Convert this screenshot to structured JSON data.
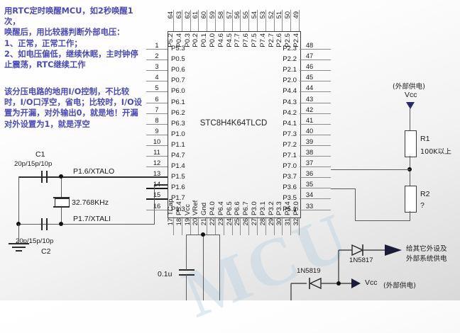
{
  "watermark": "MCU",
  "notes": {
    "rtc": "用RTC定时唤醒MCU，如2秒唤醒1次，\n唤醒后，用比较器判断外部电压：\n1、正常，正常工作；\n2、如电压偏低，继续休眠，主时钟停\n止震荡，RTC继续工作",
    "divider": "该分压电路的地用I/O控制，不比较\n时，I/O口浮空，省电；比较时，I/O设\n置为开漏，对外输出0，就是地！开漏\n对外设置为1，就是浮空"
  },
  "chip": {
    "part_number": "STC8H4K64TLCD",
    "left_pins": [
      {
        "num": "1",
        "name": "P5.3"
      },
      {
        "num": "2",
        "name": "P0.5"
      },
      {
        "num": "3",
        "name": "P0.6"
      },
      {
        "num": "4",
        "name": "P0.7"
      },
      {
        "num": "5",
        "name": "P6.0"
      },
      {
        "num": "6",
        "name": "P6.1"
      },
      {
        "num": "7",
        "name": "P6.2"
      },
      {
        "num": "8",
        "name": "P6.3"
      },
      {
        "num": "9",
        "name": "P1.0"
      },
      {
        "num": "10",
        "name": "P1.1"
      },
      {
        "num": "11",
        "name": "P4.7"
      },
      {
        "num": "12",
        "name": "P1.4"
      },
      {
        "num": "13",
        "name": "P1.5"
      },
      {
        "num": "14",
        "name": "P1.6"
      },
      {
        "num": "15",
        "name": "P1.7"
      },
      {
        "num": "16",
        "name": "P1.3"
      }
    ],
    "bottom_pins": [
      {
        "num": "17",
        "name": "TCap"
      },
      {
        "num": "18",
        "name": "P5.4"
      },
      {
        "num": "19",
        "name": "Vcc"
      },
      {
        "num": "20",
        "name": "VRef"
      },
      {
        "num": "21",
        "name": "Gnd"
      },
      {
        "num": "22",
        "name": "P4.0"
      },
      {
        "num": "23",
        "name": "P6.4"
      },
      {
        "num": "24",
        "name": "P6.5"
      },
      {
        "num": "25",
        "name": "P6.6"
      },
      {
        "num": "26",
        "name": "P6.7"
      },
      {
        "num": "27",
        "name": "P3.0"
      },
      {
        "num": "28",
        "name": "P3.1"
      },
      {
        "num": "29",
        "name": "P3.2"
      },
      {
        "num": "30",
        "name": "P3.3"
      },
      {
        "num": "31",
        "name": "P3.4"
      },
      {
        "num": "32",
        "name": "P5.0"
      }
    ],
    "right_pins": [
      {
        "num": "48",
        "name": "P2.3"
      },
      {
        "num": "47",
        "name": "P2.2"
      },
      {
        "num": "46",
        "name": "P2.1"
      },
      {
        "num": "45",
        "name": "P2.0"
      },
      {
        "num": "44",
        "name": "P4.4"
      },
      {
        "num": "43",
        "name": "P4.3"
      },
      {
        "num": "42",
        "name": "P4.2"
      },
      {
        "num": "41",
        "name": "P4.1"
      },
      {
        "num": "40",
        "name": "P7.3"
      },
      {
        "num": "39",
        "name": "P7.2"
      },
      {
        "num": "38",
        "name": "P7.1"
      },
      {
        "num": "37",
        "name": "P7.0"
      },
      {
        "num": "36",
        "name": "P3.7"
      },
      {
        "num": "35",
        "name": "P3.6"
      },
      {
        "num": "34",
        "name": "P3.5"
      },
      {
        "num": "33",
        "name": "P5.1"
      }
    ],
    "top_pins": [
      {
        "num": "64",
        "name": "P5.2"
      },
      {
        "num": "63",
        "name": "P0.4"
      },
      {
        "num": "62",
        "name": "P0.3"
      },
      {
        "num": "61",
        "name": "P0.2"
      },
      {
        "num": "60",
        "name": "P0.1"
      },
      {
        "num": "59",
        "name": "P0.0"
      },
      {
        "num": "58",
        "name": "P4.6"
      },
      {
        "num": "57",
        "name": "P4.5"
      },
      {
        "num": "56",
        "name": "P7.7"
      },
      {
        "num": "55",
        "name": "P7.6"
      },
      {
        "num": "54",
        "name": "P7.5"
      },
      {
        "num": "53",
        "name": "P7.4"
      },
      {
        "num": "52",
        "name": "P2.7"
      },
      {
        "num": "51",
        "name": "P2.6"
      },
      {
        "num": "50",
        "name": "P2.5"
      },
      {
        "num": "49",
        "name": "P2.4"
      }
    ]
  },
  "crystal_circuit": {
    "c1_name": "C1",
    "c1_value": "20p/15p/10p",
    "c2_name": "C2",
    "c2_value": "20p/15p/10p",
    "crystal_freq": "32.768KHz",
    "xtalo_label": "P1.6/XTALO",
    "xtali_label": "P1.7/XTALI"
  },
  "decoupling": {
    "cap_value": "0.1u"
  },
  "divider": {
    "supply_note": "(外部供电)",
    "supply_label": "Vcc",
    "r1_name": "R1",
    "r1_value": "100K以上",
    "r2_name": "R2",
    "r2_value": "?"
  },
  "power_section": {
    "d1_name": "1N5817",
    "d1_note": "给其它外设及\n外部系统供电",
    "d2_name": "1N5819",
    "vcc_label": "Vcc",
    "vcc_note": "(外部供电)"
  },
  "colors": {
    "note_text": "#4a4ab4",
    "wire": "#5b5b5b",
    "chip_outline": "#3f3f3f",
    "watermark": "#bcd2e0"
  }
}
